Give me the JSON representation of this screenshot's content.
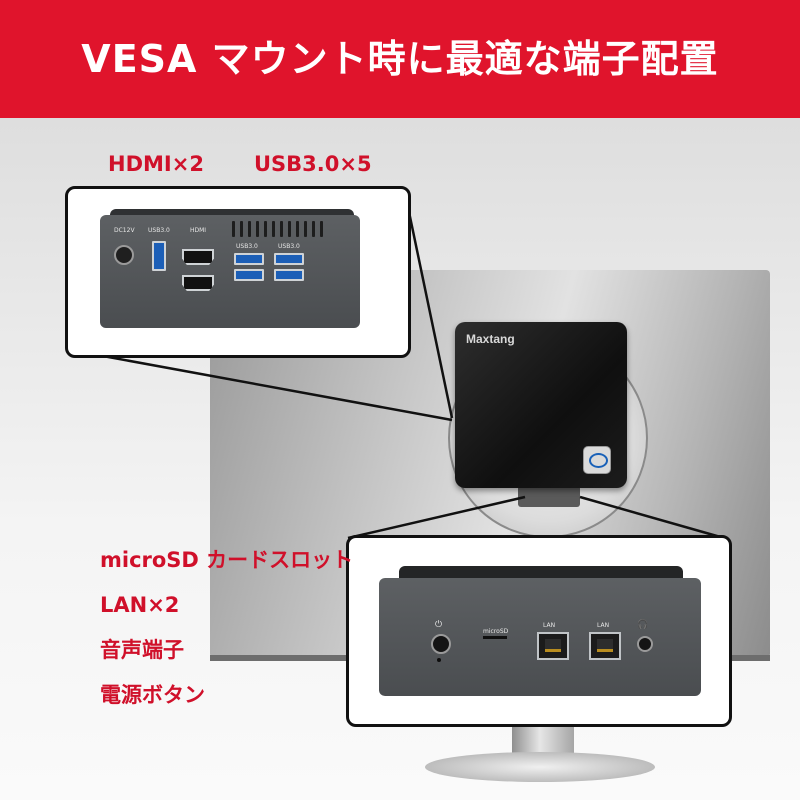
{
  "banner": {
    "title": "VESA マウント時に最適な端子配置",
    "color": "#e0142c"
  },
  "labels": {
    "hdmi": "HDMI×2",
    "usb": "USB3.0×5",
    "color": "#d0102a"
  },
  "features": [
    "microSD カードスロット",
    "LAN×2",
    "音声端子",
    "電源ボタン"
  ],
  "device": {
    "brand": "Maxtang",
    "badge": "intel-inside-icon"
  },
  "back_panel": {
    "dc_label": "DC12V",
    "usb_label_1": "USB3.0",
    "hdmi_label": "HDMI",
    "usb_label_2": "USB3.0",
    "usb_label_3": "USB3.0"
  },
  "front_panel": {
    "sd_label": "microSD",
    "lan_label_1": "LAN",
    "lan_label_2": "LAN",
    "power_icon": "⏻",
    "headphone_icon": "🎧"
  }
}
